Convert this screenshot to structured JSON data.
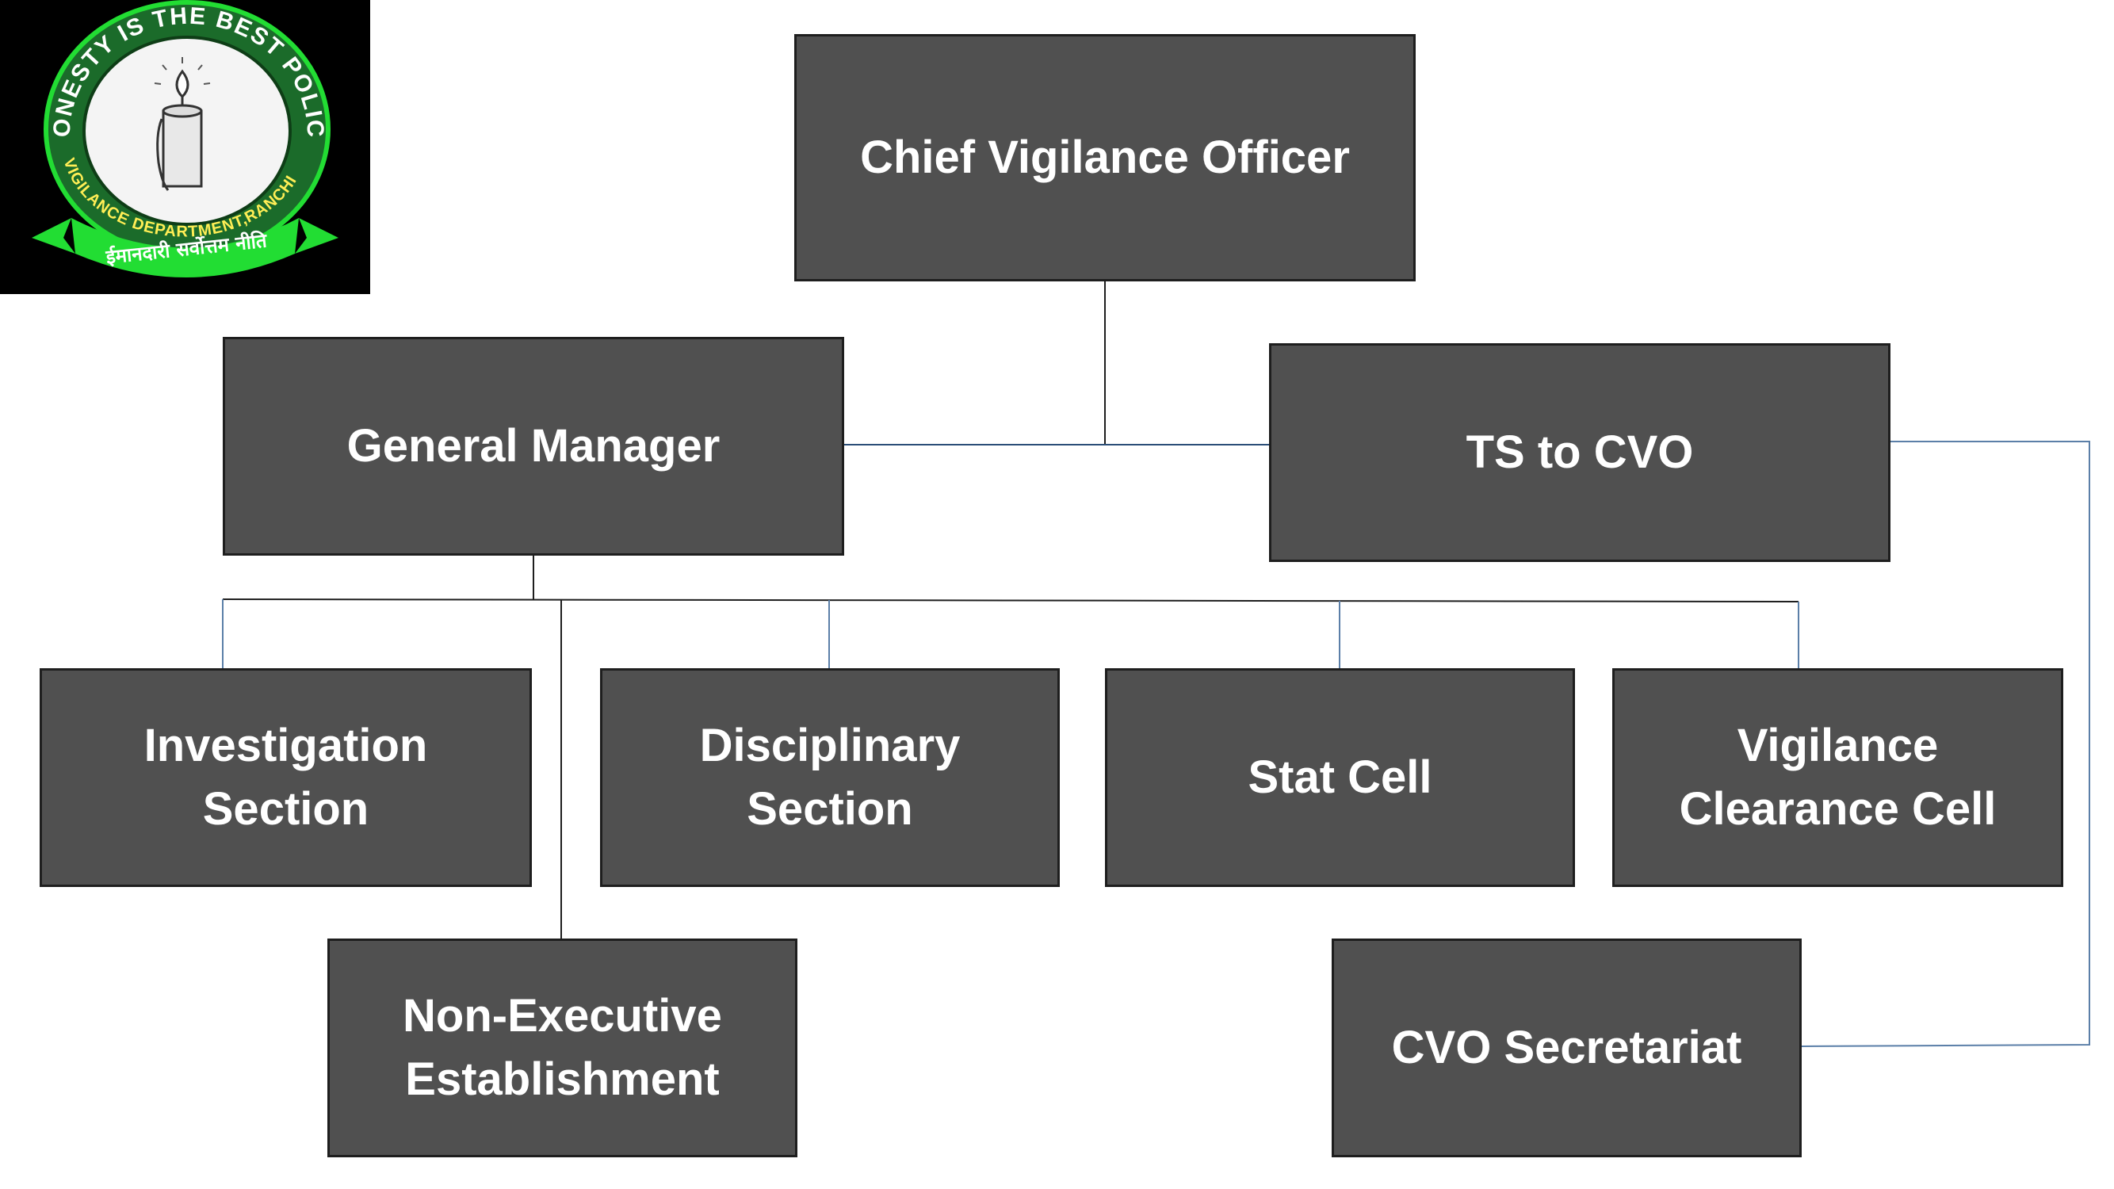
{
  "logo": {
    "motto_en": "HONESTY IS THE BEST POLICY",
    "department": "VIGILANCE DEPARTMENT,",
    "city": "RANCHI",
    "motto_hi": "ईमानदारी सर्वोत्तम नीति",
    "colors": {
      "background": "#000000",
      "ring": "#1b6b2a",
      "ribbon": "#22dd33",
      "text": "#ffffff"
    }
  },
  "org_chart": {
    "box_color": "#505050",
    "border_color": "#1e1e1e",
    "line_color": "#5b7fa8",
    "text_color": "#ffffff",
    "nodes": {
      "cvo": "Chief Vigilance Officer",
      "general_manager": "General Manager",
      "ts_to_cvo": "TS to CVO",
      "investigation": "Investigation Section",
      "disciplinary": "Disciplinary Section",
      "stat_cell": "Stat Cell",
      "vigilance_clearance": "Vigilance Clearance Cell",
      "non_executive": "Non-Executive Establishment",
      "cvo_secretariat": "CVO Secretariat"
    }
  }
}
